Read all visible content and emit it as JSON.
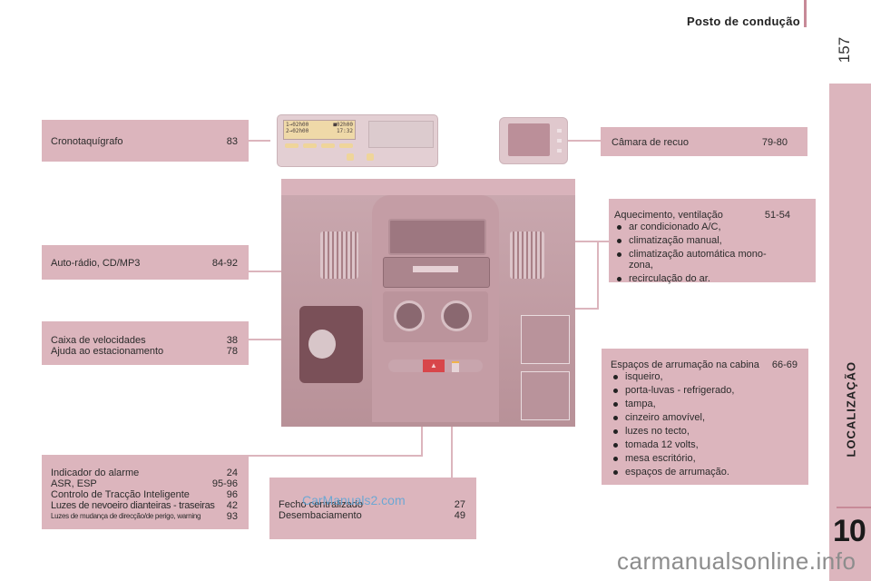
{
  "header": {
    "section_title": "Posto de condução",
    "page_number": "157"
  },
  "side_tab": {
    "label": "LOCALIZAÇÃO",
    "chapter": "10"
  },
  "colors": {
    "box_fill": "#dcb5bd",
    "accent_bar": "#c78a98",
    "hazard_red": "#d8464a"
  },
  "callouts": {
    "tachograph": {
      "items": [
        {
          "label": "Cronotaquígrafo",
          "page": "83"
        }
      ]
    },
    "radio": {
      "items": [
        {
          "label": "Auto-rádio, CD/MP3",
          "page": "84-92"
        }
      ]
    },
    "gearbox": {
      "items": [
        {
          "label": "Caixa de velocidades",
          "page": "38"
        },
        {
          "label": "Ajuda ao estacionamento",
          "page": "78"
        }
      ]
    },
    "alarm": {
      "items": [
        {
          "label": "Indicador do alarme",
          "page": "24"
        },
        {
          "label": "ASR, ESP",
          "page": "95-96"
        },
        {
          "label": "Controlo de Tracção Inteligente",
          "page": "96"
        },
        {
          "label": "Luzes de nevoeiro dianteiras - traseiras",
          "page": "42"
        },
        {
          "label": "Luzes de mudança de direcção/de perigo, warning",
          "page": "93"
        }
      ]
    },
    "locking": {
      "items": [
        {
          "label": "Fecho centralizado",
          "page": "27"
        },
        {
          "label": "Desembaciamento",
          "page": "49"
        }
      ]
    },
    "camera": {
      "items": [
        {
          "label": "Câmara de recuo",
          "page": "79-80"
        }
      ]
    },
    "heating": {
      "title": "Aquecimento, ventilação",
      "page": "51-54",
      "bullets": [
        "ar condicionado A/C,",
        "climatização manual,",
        "climatização automática mono-zona,",
        "recirculação do ar."
      ]
    },
    "storage": {
      "title": "Espaços de arrumação na cabina",
      "page": "66-69",
      "bullets": [
        "isqueiro,",
        "porta-luvas - refrigerado,",
        "tampa,",
        "cinzeiro amovível,",
        "luzes no tecto,",
        "tomada 12 volts,",
        "mesa escritório,",
        "espaços de arrumação."
      ]
    }
  },
  "tachograph_display": {
    "line1_left": "1→02h00",
    "line1_right": "■02h00",
    "line2_left": "2→02h00",
    "line2_right": "17:32"
  },
  "watermarks": {
    "overlay": "CarManuals2.com",
    "footer": "carmanualsonline.info"
  }
}
